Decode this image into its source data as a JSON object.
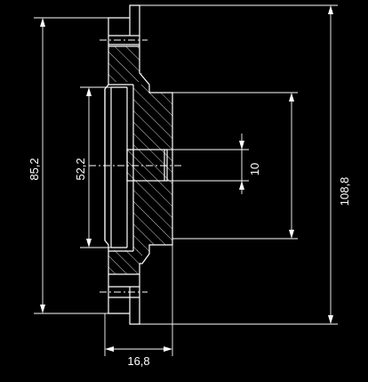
{
  "drawing": {
    "dimensions": {
      "height_total": "108,8",
      "height_outer": "85,2",
      "height_inner": "52,2",
      "bore": "10",
      "width": "16,8"
    }
  }
}
